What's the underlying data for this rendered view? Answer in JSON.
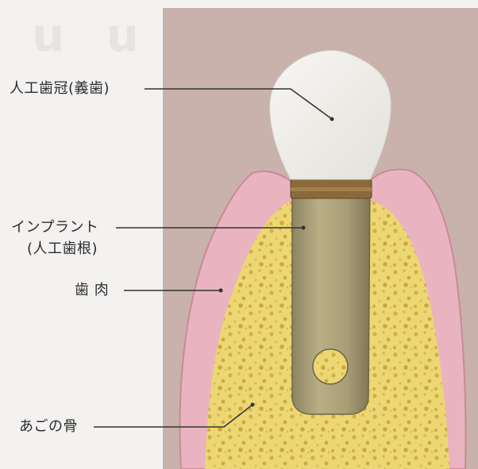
{
  "labels": {
    "crown": "人工歯冠(義歯)",
    "implant_line1": "インプラント",
    "implant_line2": "(人工歯根)",
    "gum": "歯 肉",
    "jawbone": "あごの骨"
  },
  "colors": {
    "panel_background": "#c8b2ab",
    "gum": "#e9b4c0",
    "bone": "#ecd774",
    "crown": "#f3f2ee",
    "implant": "#b0a47c",
    "implant_collar": "#8a6a3a",
    "leader_line": "#333333"
  }
}
